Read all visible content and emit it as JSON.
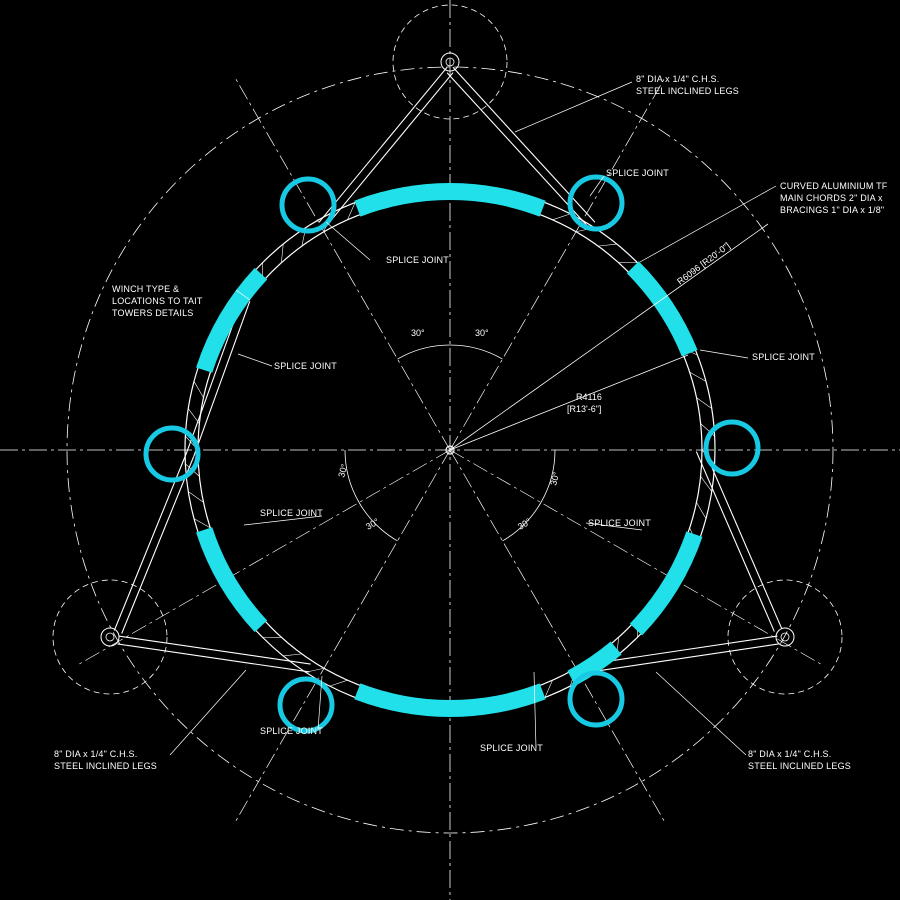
{
  "colors": {
    "background": "#000000",
    "linework": "#ffffff",
    "highlight_segment": "#22e0ea",
    "highlight_ring": "#18c9e3"
  },
  "labels": {
    "legs_top": [
      "8\" DIA x 1/4\" C.H.S.",
      "STEEL INCLINED LEGS"
    ],
    "legs_bottom_left": [
      "8\" DIA x 1/4\" C.H.S.",
      "STEEL INCLINED LEGS"
    ],
    "legs_bottom_right": [
      "8\" DIA x 1/4\" C.H.S.",
      "STEEL INCLINED LEGS"
    ],
    "truss": [
      "CURVED ALUMINIUM TF",
      "MAIN CHORDS 2\" DIA x",
      "BRACINGS 1\" DIA x 1/8\""
    ],
    "winch": [
      "WINCH TYPE &",
      "LOCATIONS TO TAIT",
      "TOWERS DETAILS"
    ],
    "splice_joint": "SPLICE JOINT"
  },
  "dimensions": {
    "outer_radius": "R6096 [R20'-0\"]",
    "inner_radius_metric": "R4116",
    "inner_radius_imperial": "[R13'-6\"]",
    "angle": "30°"
  }
}
